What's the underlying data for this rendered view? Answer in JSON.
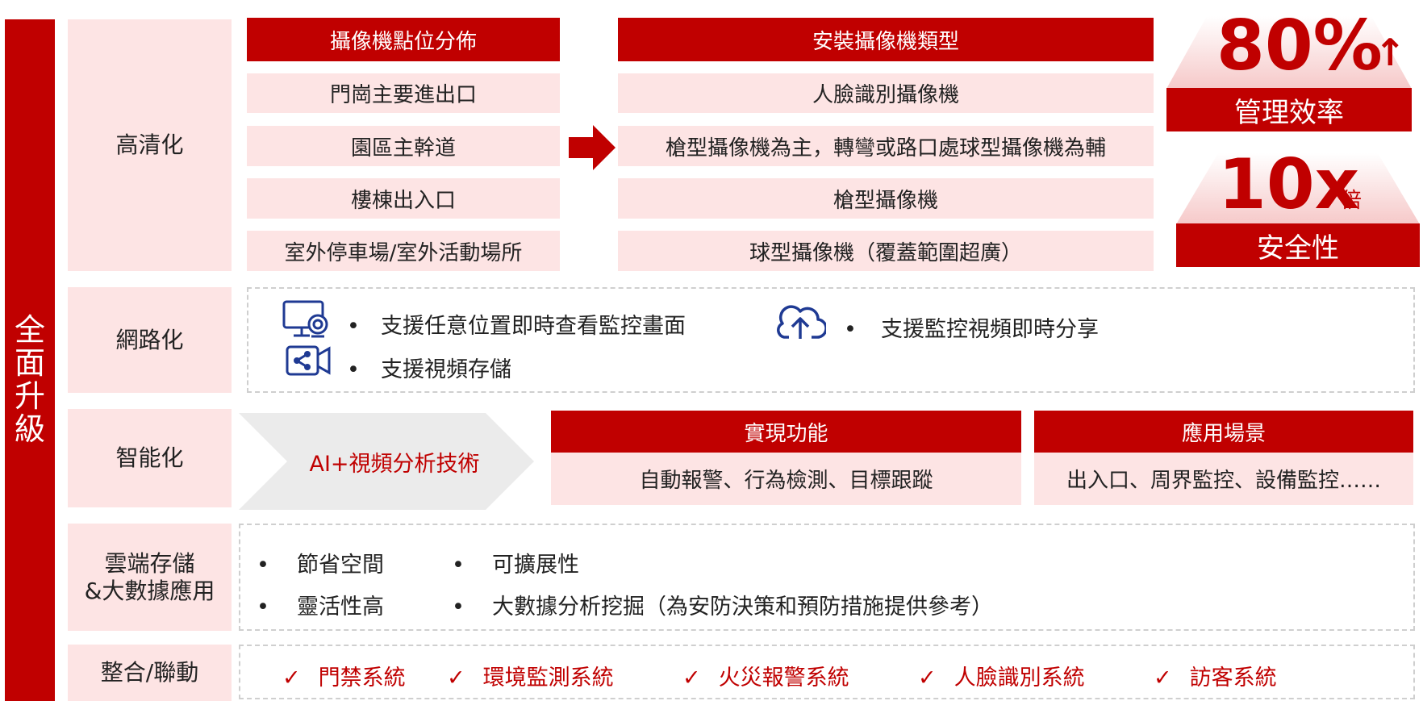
{
  "side": {
    "label": "全\n面\n升\n級"
  },
  "rows": {
    "hd": {
      "label": "高清化"
    },
    "net": {
      "label": "網路化"
    },
    "smart": {
      "label": "智能化"
    },
    "cloud": {
      "label": "雲端存儲\n&大數據應用"
    },
    "integ": {
      "label": "整合/聯動"
    }
  },
  "camera_points": {
    "header": "攝像機點位分佈",
    "items": [
      "門崗主要進出口",
      "園區主幹道",
      "樓棟出入口",
      "室外停車場/室外活動場所"
    ]
  },
  "camera_types": {
    "header": "安裝攝像機類型",
    "items": [
      "人臉識別攝像機",
      "槍型攝像機為主，轉彎或路口處球型攝像機為輔",
      "槍型攝像機",
      "球型攝像機（覆蓋範圍超廣）"
    ]
  },
  "stats": {
    "efficiency": {
      "value": "80%",
      "arrow": "↑",
      "label": "管理效率"
    },
    "safety": {
      "value": "10x",
      "unit": "倍",
      "label": "安全性"
    }
  },
  "network": {
    "items": [
      {
        "bullet": "•",
        "text": "支援任意位置即時查看監控畫面",
        "icon": "monitor-camera-icon"
      },
      {
        "bullet": "•",
        "text": "支援視頻存儲",
        "icon": "video-share-icon"
      },
      {
        "bullet": "•",
        "text": "支援監控視頻即時分享",
        "icon": "cloud-upload-icon"
      }
    ]
  },
  "smart": {
    "ai": "AI+視頻分析技術",
    "function_header": "實現功能",
    "function_text": "自動報警、行為檢測、目標跟蹤",
    "scene_header": "應用場景",
    "scene_text": "出入口、周界監控、設備監控……"
  },
  "cloud": {
    "items": [
      "節省空間",
      "可擴展性",
      "靈活性高",
      "大數據分析挖掘（為安防決策和預防措施提供參考）"
    ],
    "bullet": "•"
  },
  "integration": {
    "check": "✓",
    "items": [
      "門禁系統",
      "環境監測系統",
      "火災報警系統",
      "人臉識別系統",
      "訪客系統"
    ]
  },
  "colors": {
    "accent": "#c00000",
    "pink": "#fde4e4",
    "icon": "#1f3a93"
  }
}
